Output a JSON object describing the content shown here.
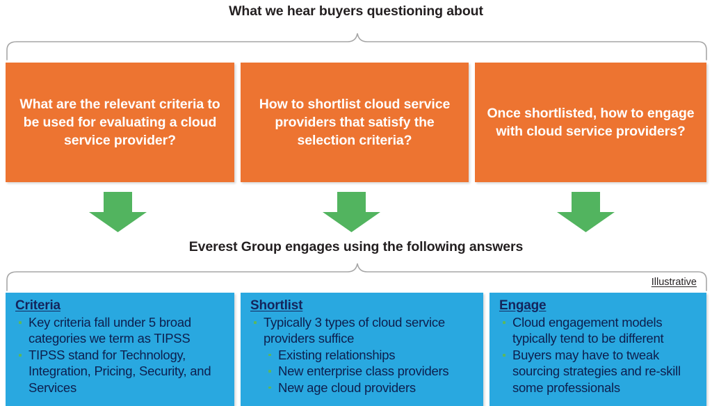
{
  "headings": {
    "top": "What we hear buyers questioning about",
    "middle": "Everest Group engages using the following answers"
  },
  "badge": {
    "illustrative": "Illustrative"
  },
  "colors": {
    "question_card": "#ED7431",
    "answer_card": "#29A8E0",
    "arrow": "#52B45F",
    "answer_title": "#14255C",
    "answer_text": "#0D1F4E",
    "bullet": "#5CB85C",
    "brace": "#A6A6A6",
    "heading_text": "#231F20",
    "question_text": "#FFFFFF"
  },
  "questions": [
    {
      "id": "criteria",
      "text": "What are the relevant criteria to be used for evaluating a cloud service provider?"
    },
    {
      "id": "shortlist",
      "text": "How to shortlist cloud service providers that satisfy the selection criteria?"
    },
    {
      "id": "engage",
      "text": "Once shortlisted, how to engage with cloud service providers?"
    }
  ],
  "arrows": [
    {
      "id": "arrow-criteria",
      "label": "down-arrow"
    },
    {
      "id": "arrow-shortlist",
      "label": "down-arrow"
    },
    {
      "id": "arrow-engage",
      "label": "down-arrow"
    }
  ],
  "answers": [
    {
      "id": "criteria",
      "title": "Criteria",
      "bullets": [
        {
          "text": "Key criteria fall under 5 broad categories we term as TIPSS",
          "sub": []
        },
        {
          "text": "TIPSS stand for Technology, Integration, Pricing, Security, and Services",
          "sub": []
        }
      ]
    },
    {
      "id": "shortlist",
      "title": "Shortlist",
      "bullets": [
        {
          "text": "Typically 3 types of cloud service providers suffice",
          "sub": [
            "Existing relationships",
            "New enterprise class providers",
            "New age cloud providers"
          ]
        }
      ]
    },
    {
      "id": "engage",
      "title": "Engage",
      "bullets": [
        {
          "text": "Cloud engagement models typically tend to be different",
          "sub": []
        },
        {
          "text": "Buyers may have to tweak sourcing strategies and re-skill some professionals",
          "sub": []
        }
      ]
    }
  ]
}
